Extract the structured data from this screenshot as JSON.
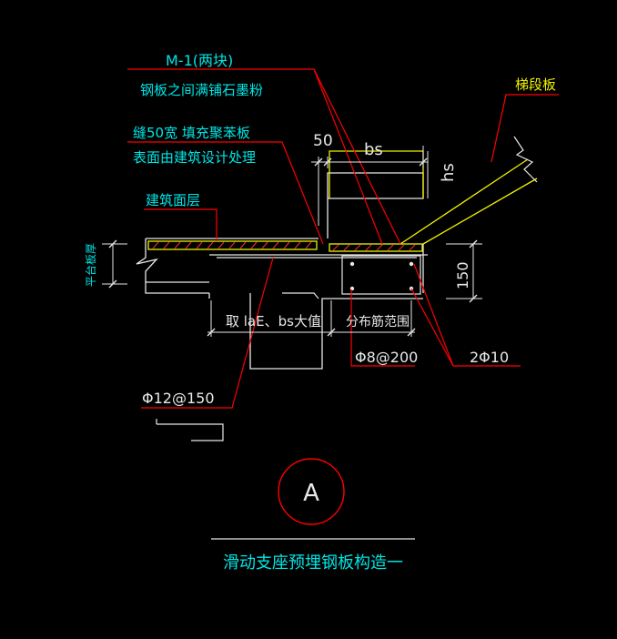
{
  "labels": {
    "m1": "M-1(两块)",
    "graphite": "钢板之间满铺石墨粉",
    "joint": "缝50宽 填充聚苯板",
    "finish_note": "表面由建筑设计处理",
    "floor_layer": "建筑面层",
    "stair_board": "梯段板",
    "platform_thickness": "平台板厚",
    "dim_50": "50",
    "dim_bs": "bs",
    "dim_hs": "hs",
    "dim_150": "150",
    "anchor_len": "取 laE、bs大值",
    "dist_bar_range": "分布筋范围",
    "dist_bar": "Φ8@200",
    "rebar_2phi10": "2Φ10",
    "rebar_phi12": "Φ12@150",
    "detail_mark": "A",
    "title": "滑动支座预埋钢板构造一"
  },
  "colors": {
    "background": "#000000",
    "red": "#ff0000",
    "cyan": "#00e5e5",
    "yellow": "#f0f000",
    "white": "#e8e8e8"
  }
}
